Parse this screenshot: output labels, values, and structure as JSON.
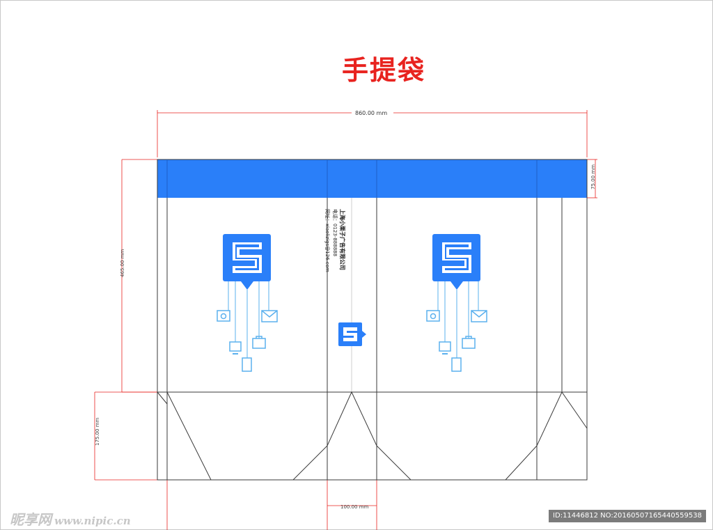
{
  "title": "手提袋",
  "dimensions": {
    "width_total": "860.00 mm",
    "top_band": "75.00 mm",
    "body_height": "465.00 mm",
    "bottom_height": "175.00 mm",
    "gusset_width": "100.00 mm"
  },
  "company": {
    "name": "上海小栗子广告有限公司",
    "phone": "电话：0123-888888",
    "website": "网址：xiaolizigs@126.com"
  },
  "colors": {
    "band_blue": "#2a7ff9",
    "logo_blue": "#2a7ff9",
    "icon_blue": "#5ab0ee",
    "dim_red": "#e8231f",
    "outline": "#3a3a3a"
  },
  "logo": {
    "icon": "s-speech-bubble-logo",
    "device_icons": [
      "camera-icon",
      "mail-icon",
      "monitor-icon",
      "briefcase-icon",
      "phone-icon"
    ]
  },
  "watermark": {
    "left_text": "昵享网",
    "left_url": "www.nipic.cn",
    "right_text": "ID:11446812 NO:20160507165440559538"
  }
}
